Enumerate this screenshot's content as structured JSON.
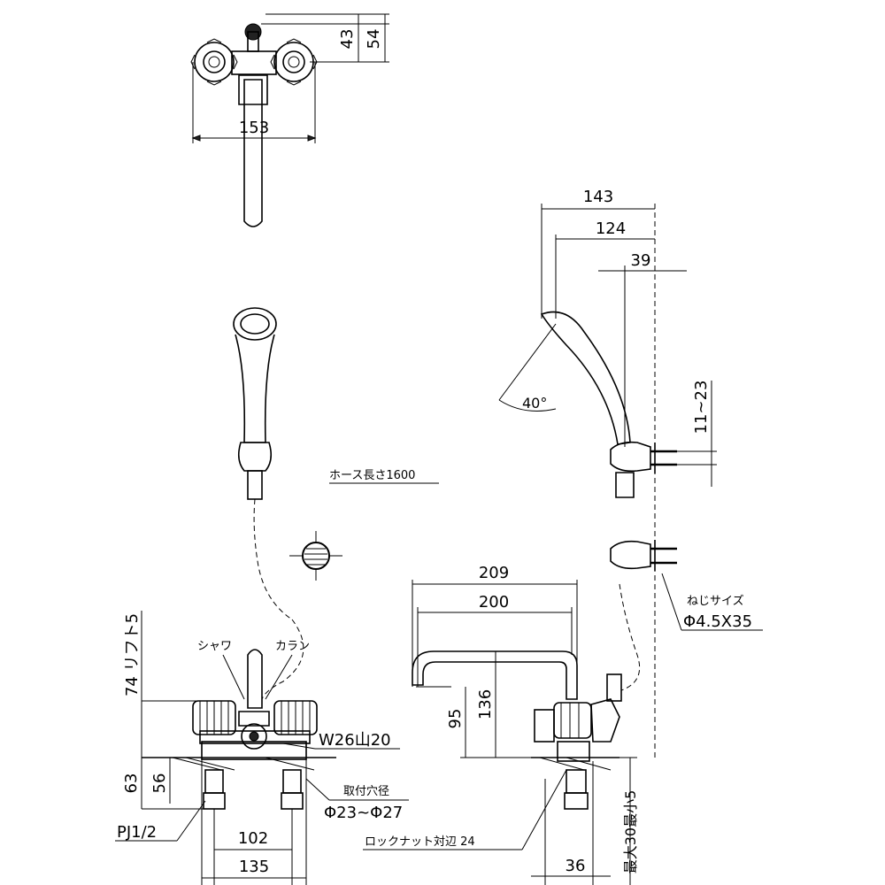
{
  "top_view": {
    "dim_width": "153",
    "dim_43": "43",
    "dim_54": "54"
  },
  "right_view": {
    "dim_143": "143",
    "dim_124": "124",
    "dim_39": "39",
    "angle": "40°",
    "dim_11_23": "11~23",
    "screw_label": "ねじサイズ",
    "screw_size": "Φ4.5X35"
  },
  "hose_label": "ホース長さ1600",
  "front_view": {
    "lift_label": "74 リフト5",
    "shower_label": "シャワ",
    "faucet_label": "カラン",
    "thread_label": "W26山20",
    "dim_63": "63",
    "dim_56": "56",
    "pipe_label": "PJ1/2",
    "dim_102": "102",
    "dim_135": "135",
    "hole_label": "取付穴径",
    "hole_size": "Φ23~Φ27"
  },
  "side_view": {
    "dim_209": "209",
    "dim_200": "200",
    "dim_136": "136",
    "dim_95": "95",
    "nut_label": "ロックナット対辺 24",
    "dim_36": "36",
    "thickness_label": "最大30最小5"
  }
}
